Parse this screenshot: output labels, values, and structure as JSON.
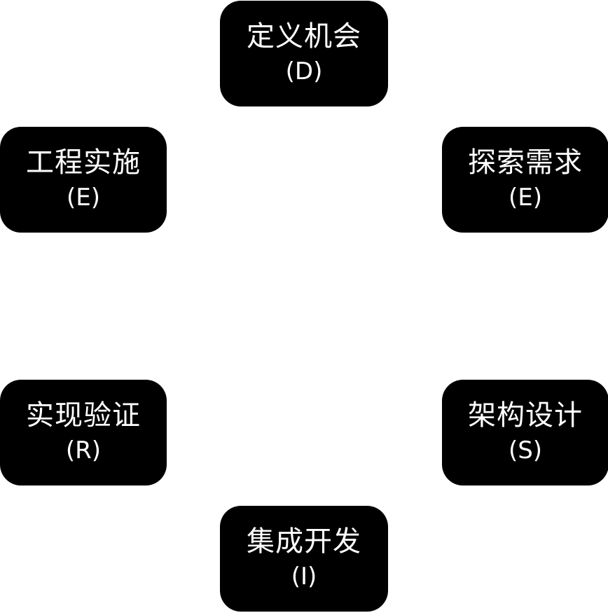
{
  "diagram": {
    "background_color": "#ffffff",
    "node_fill_color": "#000000",
    "node_text_color": "#ffffff",
    "nodes": [
      {
        "id": "define-opportunity",
        "label": "定义机会",
        "letter": "(D)",
        "position": "top-center"
      },
      {
        "id": "engineering-implementation",
        "label": "工程实施",
        "letter": "(E)",
        "position": "top-left"
      },
      {
        "id": "explore-requirements",
        "label": "探索需求",
        "letter": "(E)",
        "position": "top-right"
      },
      {
        "id": "realize-verification",
        "label": "实现验证",
        "letter": "(R)",
        "position": "bottom-left"
      },
      {
        "id": "architecture-design",
        "label": "架构设计",
        "letter": "(S)",
        "position": "bottom-right"
      },
      {
        "id": "integrate-development",
        "label": "集成开发",
        "letter": "(I)",
        "position": "bottom-center"
      }
    ]
  }
}
